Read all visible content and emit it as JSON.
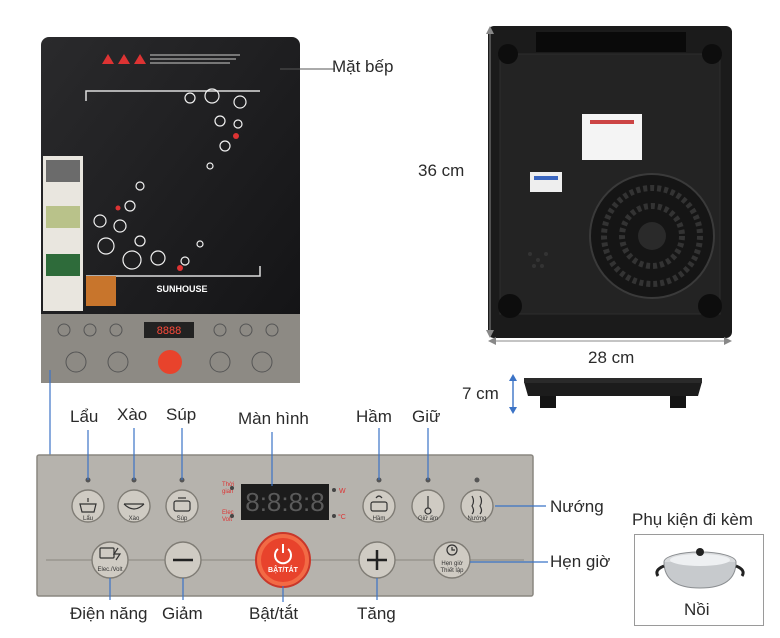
{
  "labels": {
    "mat_bep": "Mặt bếp",
    "height": "36 cm",
    "width": "28 cm",
    "depth": "7 cm",
    "lau": "Lẩu",
    "xao": "Xào",
    "sup": "Súp",
    "man_hinh": "Màn hình",
    "ham": "Hầm",
    "giu": "Giữ",
    "nuong": "Nướng",
    "hen_gio": "Hẹn giờ",
    "dien_nang": "Điện năng",
    "giam": "Giảm",
    "bat_tat": "Bật/tắt",
    "tang": "Tăng",
    "phu_kien": "Phụ kiện đi kèm",
    "noi": "Nồi"
  },
  "stove": {
    "brand": "SUNHOUSE",
    "display": "8:8:8:8"
  },
  "panel": {
    "lau": "Lẩu",
    "xao": "Xào",
    "sup": "Súp",
    "ham": "Hầm",
    "giu": "Giữ ấm",
    "nuong": "Nướng",
    "elec": "Elec./Volt",
    "power": "BẬT/TẮT",
    "timer1": "Hẹn giờ",
    "timer2": "Thiết lập",
    "thoi": "Thời",
    "gian": "gian",
    "elec_small": "Elec",
    "volt_small": "Volt",
    "c_unit": "°C",
    "w_unit": "W"
  }
}
